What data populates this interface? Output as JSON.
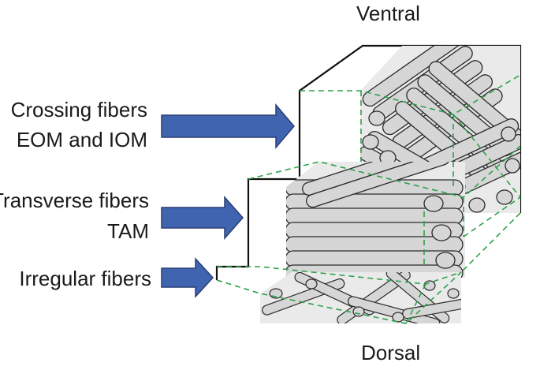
{
  "labels": {
    "ventral": "Ventral",
    "dorsal": "Dorsal",
    "crossing_line1": "Crossing fibers",
    "crossing_line2": "EOM and IOM",
    "transverse_line1": "Transverse fibers",
    "transverse_line2": "TAM",
    "irregular": "Irregular fibers"
  },
  "colors": {
    "arrow_fill": "#4064b0",
    "arrow_stroke": "#2b3f73",
    "fiber_fill": "#d6d6d6",
    "fiber_stroke": "#2a2a2a",
    "dashed_edge": "#2ca24a",
    "outline": "#111111"
  },
  "icons": [
    "right-arrow-icon"
  ]
}
